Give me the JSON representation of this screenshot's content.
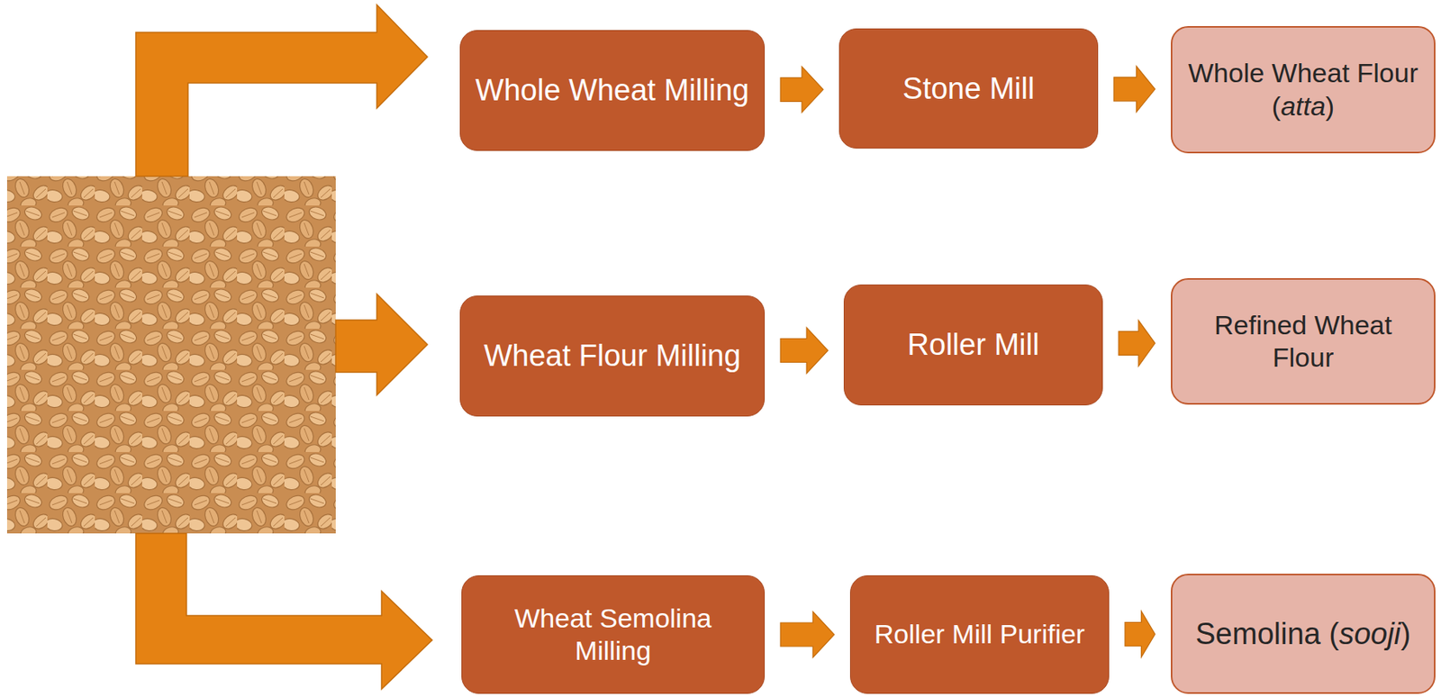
{
  "diagram": {
    "nodes": [
      {
        "text": [
          "Whole Wheat Milling"
        ]
      },
      {
        "text": [
          "Stone Mill"
        ]
      },
      {
        "text": [
          "Whole Wheat Flour (atta)"
        ]
      },
      {
        "text": [
          "Wheat Flour Milling"
        ]
      },
      {
        "text": [
          "Roller Mill"
        ]
      },
      {
        "text": [
          "Refined Wheat Flour"
        ]
      },
      {
        "text": [
          "Wheat Semolina Milling"
        ]
      },
      {
        "text": [
          "Roller Mill Purifier"
        ]
      },
      {
        "text": [
          "Semolina (sooji)"
        ]
      }
    ],
    "edges": [
      {
        "from": 0,
        "to": 1,
        "arrow": "to"
      },
      {
        "from": 1,
        "to": 2,
        "arrow": "to"
      },
      {
        "from": 3,
        "to": 4,
        "arrow": "to"
      },
      {
        "from": 4,
        "to": 5,
        "arrow": "to"
      },
      {
        "from": 6,
        "to": 7,
        "arrow": "to"
      },
      {
        "from": 7,
        "to": 8,
        "arrow": "to"
      }
    ]
  }
}
